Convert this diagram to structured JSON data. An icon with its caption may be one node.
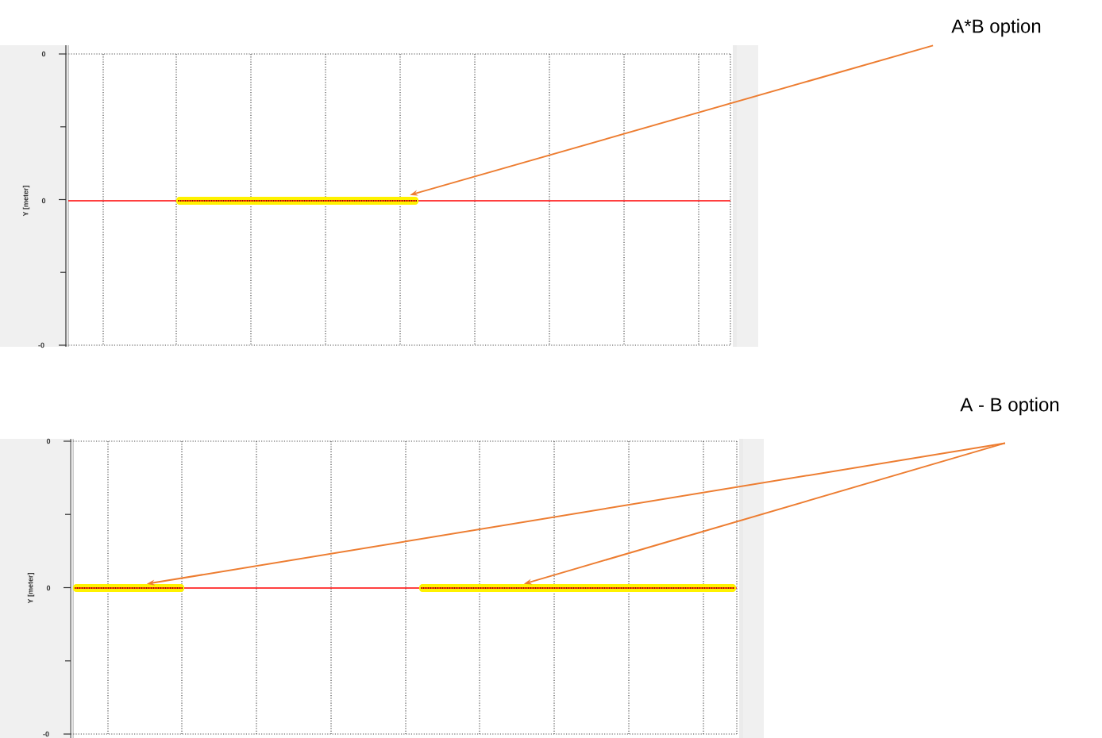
{
  "diagram": {
    "nodes": [
      {
        "text": [
          "A*B option"
        ]
      },
      {
        "text": [],
        "shape": "bar"
      },
      {
        "text": [
          "A - B option"
        ]
      },
      {
        "text": [],
        "shape": "bar"
      },
      {
        "text": [],
        "shape": "bar"
      }
    ],
    "edges": [
      {
        "from": 0,
        "to": 1,
        "arrow": "to"
      },
      {
        "from": 2,
        "to": 3,
        "arrow": "to"
      },
      {
        "from": 2,
        "to": 4,
        "arrow": "to"
      }
    ],
    "labels": [
      "0",
      "0",
      "-0",
      "Y [meter]",
      "0",
      "0",
      "-0",
      "Y [meter]"
    ]
  }
}
